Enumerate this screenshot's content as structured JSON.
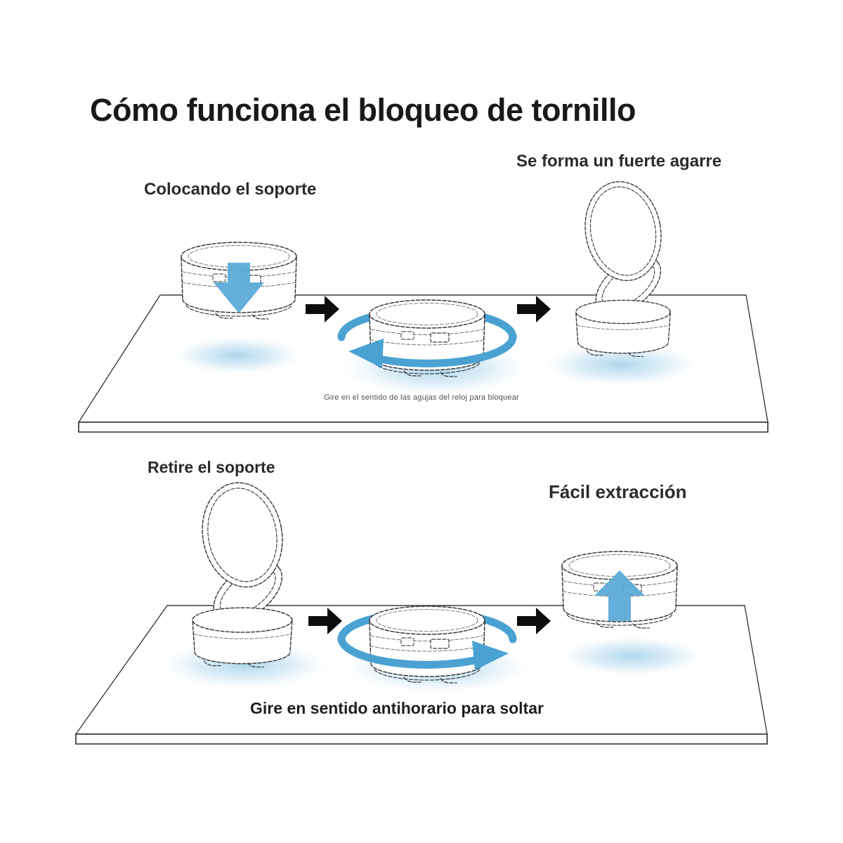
{
  "title": "Cómo funciona el bloqueo de tornillo",
  "sections": {
    "lock": {
      "step_label": "Colocando el soporte",
      "result_label": "Se forma un fuerte agarre",
      "caption": "Gire en el sentido de las agujas del reloj para bloquear"
    },
    "release": {
      "step_label": "Retire el soporte",
      "result_label": "Fácil extracción",
      "caption": "Gire en sentido antihorario para soltar"
    }
  },
  "icons": {
    "arrow_right": "black-arrow-right",
    "arrow_down": "blue-arrow-down",
    "arrow_up": "blue-arrow-up",
    "rotate_clockwise": "blue-rotation-arrow-clockwise",
    "rotate_counterclockwise": "blue-rotation-arrow-counterclockwise"
  },
  "colors": {
    "background": "#ffffff",
    "accent_blue": "#5cabd9",
    "rotation_blue": "#4aa2d3",
    "glow_blue": "#a9d4ea",
    "line_dark": "#383838",
    "arrow_black": "#0d0d0d"
  }
}
